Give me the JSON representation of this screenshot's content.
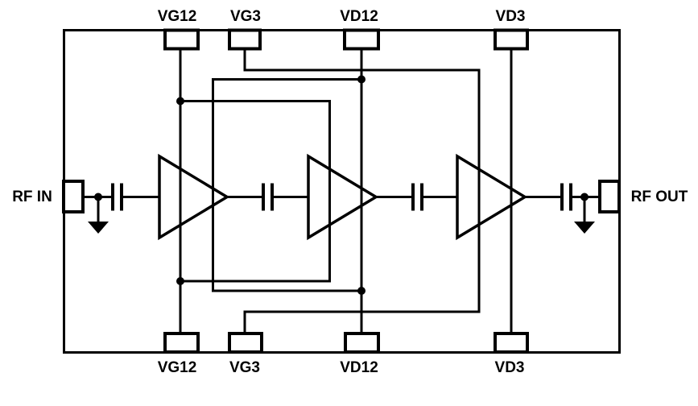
{
  "diagram": {
    "kind": "rf-amplifier-block-schematic",
    "stages_visible": 3,
    "coupling_capacitors_visible": 4,
    "ground_symbols_visible": 2,
    "junction_dots_visible": 6,
    "colors": {
      "line": "#000000",
      "background": "#ffffff"
    }
  },
  "ports": {
    "rf_in": "RF IN",
    "rf_out": "RF OUT"
  },
  "pads_top": [
    "VG12",
    "VG3",
    "VD12",
    "VD3"
  ],
  "pads_bottom": [
    "VG12",
    "VG3",
    "VD12",
    "VD3"
  ]
}
